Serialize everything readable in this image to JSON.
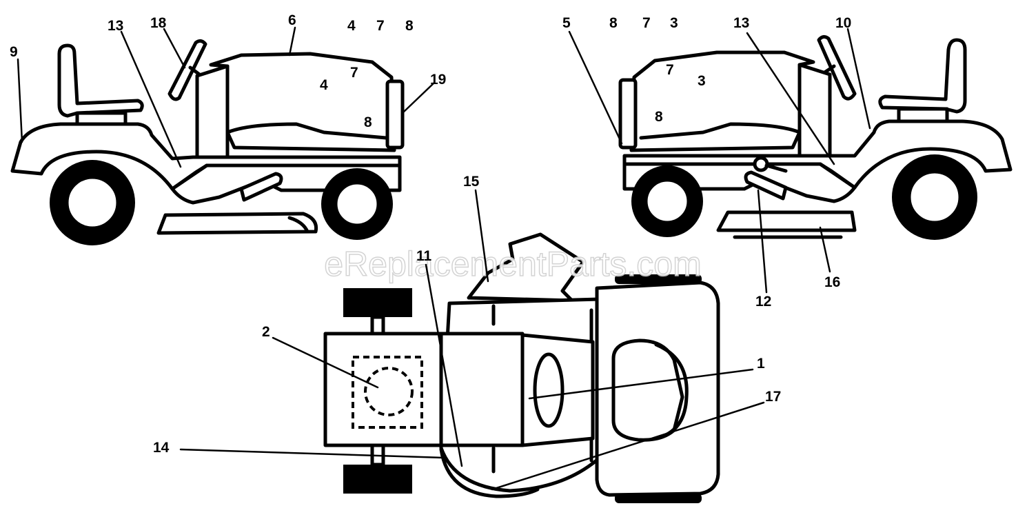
{
  "diagram": {
    "watermark": "eReplacementParts.com",
    "callouts": {
      "c1": "1",
      "c2": "2",
      "c3": "3",
      "c4": "4",
      "c5": "5",
      "c6": "6",
      "c7a": "7",
      "c7b": "7",
      "c8a": "8",
      "c8b": "8",
      "c9": "9",
      "c10": "10",
      "c11": "11",
      "c12": "12",
      "c13a": "13",
      "c13b": "13",
      "c14": "14",
      "c15": "15",
      "c16": "16",
      "c17": "17",
      "c18": "18",
      "c19": "19"
    }
  }
}
